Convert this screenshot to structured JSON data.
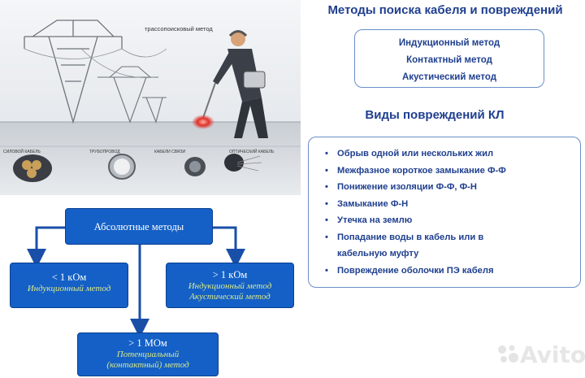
{
  "illustration": {
    "caption": "трассопоисковый метод",
    "cable_labels": [
      "СИЛОВОЙ КАБЕЛЬ",
      "ТРУБОПРОВОД",
      "КАБЕЛИ СВЯЗИ",
      "ОПТИЧЕСКИЙ КАБЕЛЬ"
    ],
    "colors": {
      "panel": "#eceff2",
      "ground": "#d5d9de",
      "cable": "#3a3d44",
      "signal": "#e0322a"
    }
  },
  "methods": {
    "title": "Методы поиска кабеля и повреждений",
    "items": [
      "Индукционный метод",
      "Контактный метод",
      "Акустический метод"
    ]
  },
  "damage": {
    "title": "Виды повреждений КЛ",
    "bullet": "•",
    "items": [
      "Обрыв одной или нескольких жил",
      "Межфазное короткое замыкание Ф-Ф",
      "Понижение изоляции Ф-Ф, Ф-Н",
      "Замыкание Ф-Н",
      "Утечка на землю",
      "Попадание воды в кабель или в",
      "кабельную муфту",
      "Повреждение оболочки ПЭ кабеля"
    ]
  },
  "flow": {
    "root": "Абсолютные методы",
    "low": {
      "title": "< 1 кОм",
      "sub": "Индукционный метод"
    },
    "high": {
      "title": "> 1  кОм",
      "sub1": "Индукционный метод",
      "sub2": "Акустический метод"
    },
    "mega": {
      "title": "> 1 МОм",
      "sub1": "Потенциальный",
      "sub2": "(контактный) метод"
    },
    "colors": {
      "box": "#1460c7",
      "arrow": "#1a4fa8",
      "sub_text": "#d8e88a"
    }
  },
  "watermark": {
    "text": "Avito",
    "icon": "avito-logo-icon"
  }
}
